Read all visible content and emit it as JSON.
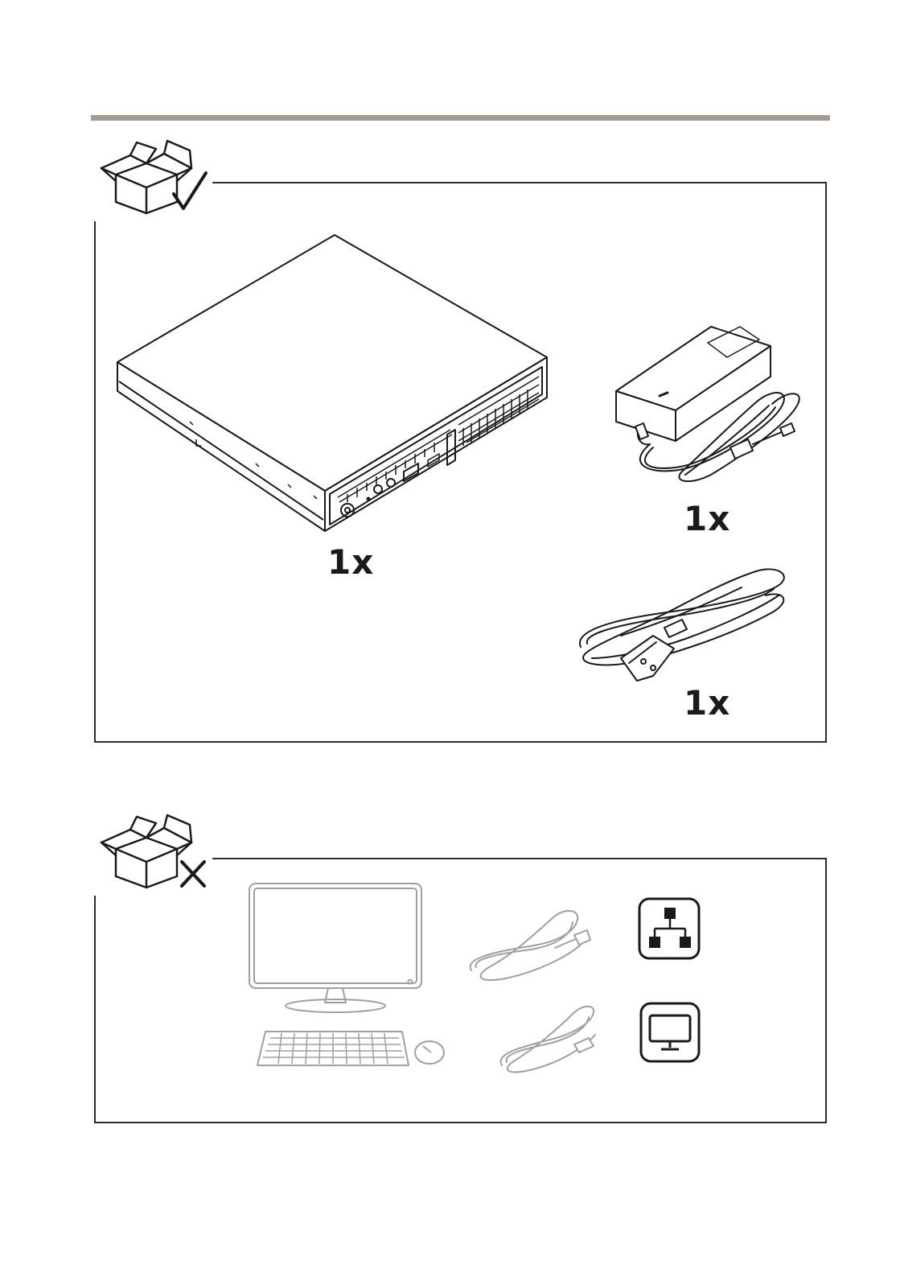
{
  "included": {
    "items": [
      {
        "name": "pc-unit",
        "quantity": "1x"
      },
      {
        "name": "power-adapter",
        "quantity": "1x"
      },
      {
        "name": "power-cord",
        "quantity": "1x"
      }
    ]
  },
  "not_included": {
    "icons": [
      "monitor-keyboard-mouse-icon",
      "network-cable-icon",
      "display-cable-icon",
      "network-symbol-icon",
      "display-symbol-icon"
    ]
  },
  "colors": {
    "rule": "#a39a90",
    "line": "#1a1a1a",
    "grey_line": "#a0a0a0"
  }
}
